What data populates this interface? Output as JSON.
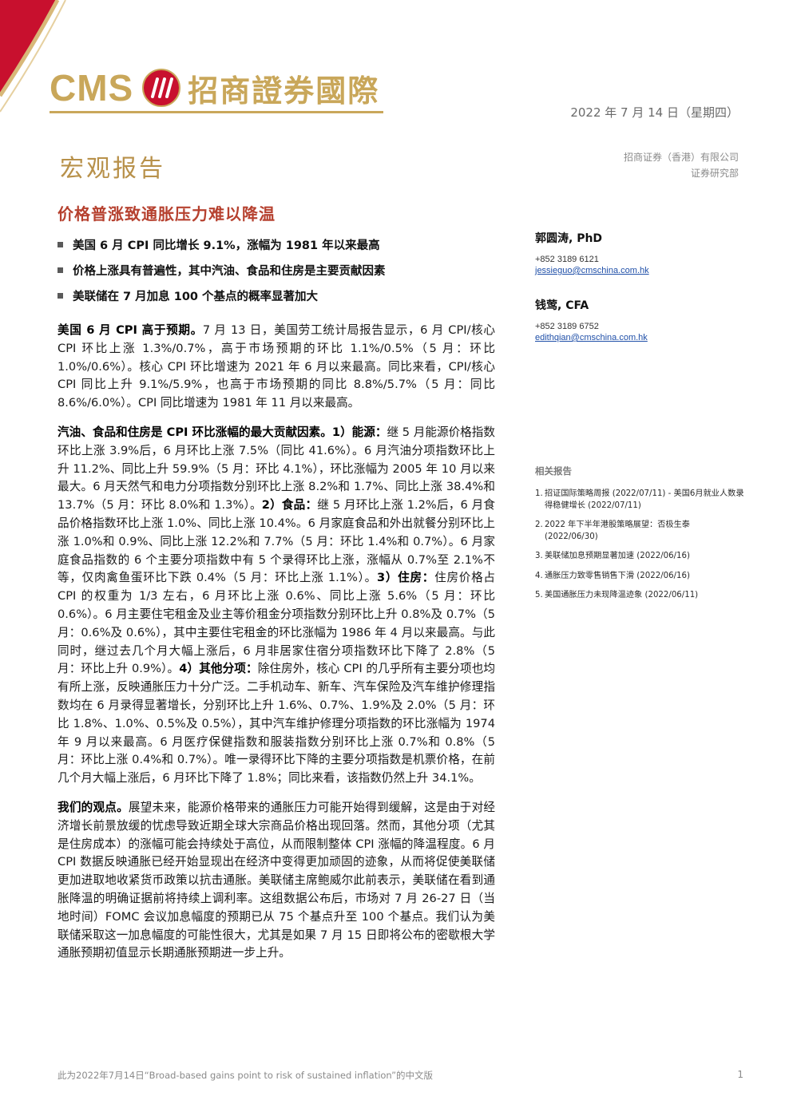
{
  "header": {
    "logo_latin": "CMS",
    "logo_chinese": "招商證券國際",
    "date": "2022 年 7 月 14 日（星期四）",
    "report_type": "宏观报告",
    "company_line1": "招商证券（香港）有限公司",
    "company_line2": "证券研究部",
    "colors": {
      "gold": "#c9a75a",
      "red": "#c8102e",
      "title_red": "#b6412f"
    }
  },
  "title": "价格普涨致通胀压力难以降温",
  "bullets": [
    "美国 6 月 CPI 同比增长 9.1%，涨幅为 1981 年以来最高",
    "价格上涨具有普遍性，其中汽油、食品和住房是主要贡献因素",
    "美联储在 7 月加息 100 个基点的概率显著加大"
  ],
  "paragraphs": [
    {
      "lead": "美国 6 月 CPI 高于预期。",
      "text": "7 月 13 日，美国劳工统计局报告显示，6 月 CPI/核心 CPI 环比上涨 1.3%/0.7%，高于市场预期的环比 1.1%/0.5%（5 月：环比 1.0%/0.6%）。核心 CPI 环比增速为 2021 年 6 月以来最高。同比来看，CPI/核心 CPI 同比上升 9.1%/5.9%，也高于市场预期的同比 8.8%/5.7%（5 月：同比 8.6%/6.0%）。CPI 同比增速为 1981 年 11 月以来最高。"
    },
    {
      "lead": "汽油、食品和住房是 CPI 环比涨幅的最大贡献因素。",
      "s1_lead": "1）能源：",
      "s1_text": "继 5 月能源价格指数环比上涨 3.9%后，6 月环比上涨 7.5%（同比 41.6%）。6 月汽油分项指数环比上升 11.2%、同比上升 59.9%（5 月：环比 4.1%），环比涨幅为 2005 年 10 月以来最大。6 月天然气和电力分项指数分别环比上涨 8.2%和 1.7%、同比上涨 38.4%和 13.7%（5 月：环比 8.0%和 1.3%）。",
      "s2_lead": "2）食品：",
      "s2_text": "继 5 月环比上涨 1.2%后，6 月食品价格指数环比上涨 1.0%、同比上涨 10.4%。6 月家庭食品和外出就餐分别环比上涨 1.0%和 0.9%、同比上涨 12.2%和 7.7%（5 月：环比 1.4%和 0.7%）。6 月家庭食品指数的 6 个主要分项指数中有 5 个录得环比上涨，涨幅从 0.7%至 2.1%不等，仅肉禽鱼蛋环比下跌 0.4%（5 月：环比上涨 1.1%）。",
      "s3_lead": "3）住房：",
      "s3_text": "住房价格占 CPI 的权重为 1/3 左右，6 月环比上涨 0.6%、同比上涨 5.6%（5 月：环比 0.6%）。6 月主要住宅租金及业主等价租金分项指数分别环比上升 0.8%及 0.7%（5 月：0.6%及 0.6%），其中主要住宅租金的环比涨幅为 1986 年 4 月以来最高。与此同时，继过去几个月大幅上涨后，6 月非居家住宿分项指数环比下降了 2.8%（5 月：环比上升 0.9%）。",
      "s4_lead": "4）其他分项：",
      "s4_text": "除住房外，核心 CPI 的几乎所有主要分项也均有所上涨，反映通胀压力十分广泛。二手机动车、新车、汽车保险及汽车维护修理指数均在 6 月录得显著增长，分别环比上升 1.6%、0.7%、1.9%及 2.0%（5 月：环比 1.8%、1.0%、0.5%及 0.5%），其中汽车维护修理分项指数的环比涨幅为 1974 年 9 月以来最高。6 月医疗保健指数和服装指数分别环比上涨 0.7%和 0.8%（5 月：环比上涨 0.4%和 0.7%）。唯一录得环比下降的主要分项指数是机票价格，在前几个月大幅上涨后，6 月环比下降了 1.8%；同比来看，该指数仍然上升 34.1%。"
    },
    {
      "lead": "我们的观点。",
      "text": "展望未来，能源价格带来的通胀压力可能开始得到缓解，这是由于对经济增长前景放缓的忧虑导致近期全球大宗商品价格出现回落。然而，其他分项（尤其是住房成本）的涨幅可能会持续处于高位，从而限制整体 CPI 涨幅的降温程度。6 月 CPI 数据反映通胀已经开始显现出在经济中变得更加顽固的迹象，从而将促使美联储更加进取地收紧货币政策以抗击通胀。美联储主席鲍威尔此前表示，美联储在看到通胀降温的明确证据前将持续上调利率。这组数据公布后，市场对 7 月 26-27 日（当地时间）FOMC 会议加息幅度的预期已从 75 个基点升至 100 个基点。我们认为美联储采取这一加息幅度的可能性很大，尤其是如果 7 月 15 日即将公布的密歇根大学通胀预期初值显示长期通胀预期进一步上升。"
    }
  ],
  "analysts": [
    {
      "name": "郭圆涛, PhD",
      "phone": "+852 3189 6121",
      "email": "jessieguo@cmschina.com.hk"
    },
    {
      "name": "钱莺, CFA",
      "phone": "+852 3189 6752",
      "email": "edithqian@cmschina.com.hk"
    }
  ],
  "related": {
    "title": "相关报告",
    "items": [
      {
        "num": "1.",
        "text": "招证国际策略周报 (2022/07/11) - 美国6月就业人数录得稳健增长 (2022/07/11)"
      },
      {
        "num": "2.",
        "text": "2022 年下半年港股策略展望：否极生泰 (2022/06/30)"
      },
      {
        "num": "3.",
        "text": "美联储加息预期显著加速 (2022/06/16)"
      },
      {
        "num": "4.",
        "text": "通胀压力致零售销售下滑 (2022/06/16)"
      },
      {
        "num": "5.",
        "text": "美国通胀压力未现降温迹象 (2022/06/11)"
      }
    ]
  },
  "footer": {
    "note": "此为2022年7月14日“Broad-based gains point to risk of sustained inflation”的中文版",
    "page": "1"
  }
}
